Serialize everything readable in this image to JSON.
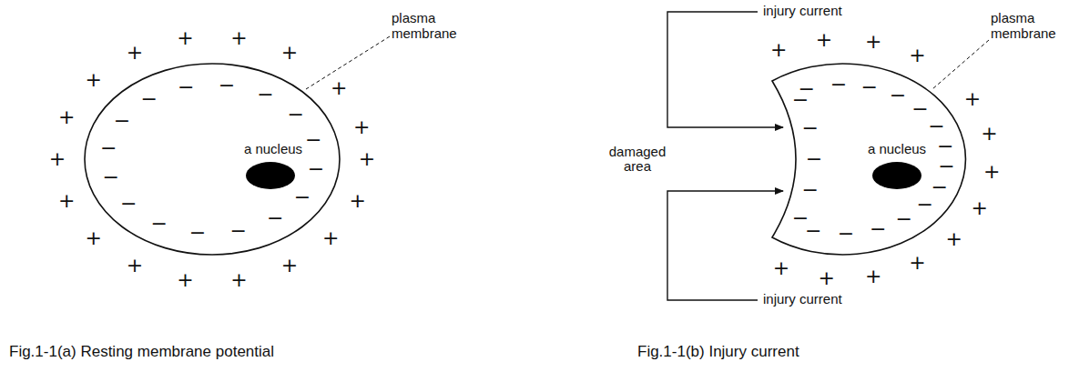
{
  "diagram": {
    "labels": [
      "plasma membrane",
      "a nucleus",
      "Fig.1-1(a) Resting membrane potential",
      "+",
      "+",
      "+",
      "+",
      "+",
      "+",
      "+",
      "+",
      "+",
      "+",
      "+",
      "+",
      "+",
      "+",
      "+",
      "+",
      "+",
      "+",
      "−",
      "−",
      "−",
      "−",
      "−",
      "−",
      "−",
      "−",
      "−",
      "−",
      "−",
      "−",
      "−",
      "−",
      "−",
      "−",
      "injury current",
      "injury current",
      "damaged area",
      "plasma membrane",
      "a nucleus",
      "Fig.1-1(b) Injury current",
      "+",
      "+",
      "+",
      "+",
      "+",
      "+",
      "+",
      "+",
      "+",
      "+",
      "+",
      "+",
      "+",
      "−",
      "−",
      "−",
      "−",
      "−",
      "−",
      "−",
      "−",
      "−",
      "−",
      "−",
      "−",
      "−",
      "−",
      "−",
      "−",
      "−",
      "−",
      "−"
    ]
  }
}
